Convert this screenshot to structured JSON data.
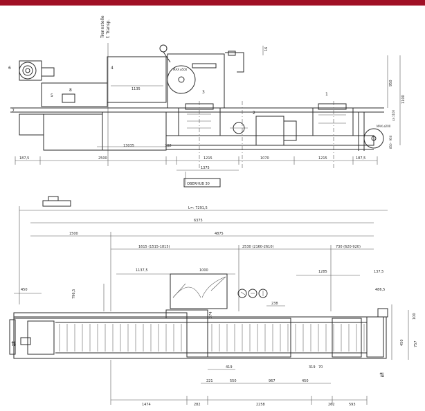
{
  "top_bar_color": "#a01025",
  "top_view": {
    "vertical_note": [
      "Trennstelle",
      "f. Transp."
    ],
    "part_numbers": [
      "6",
      "4",
      "5",
      "8",
      "7",
      "3",
      "2",
      "1"
    ],
    "width_1135": "1135",
    "motor_label": "MAX ø500",
    "reel_label": "MAX ø200",
    "fig_top_right": "16",
    "dim_950": "950",
    "dim_1100": "1100",
    "dim_ca": "ca 1100",
    "dim_850": "850 - 950",
    "bottom_dims": {
      "d1875a": "187,5",
      "d2500": "2500",
      "d13035": "13035",
      "d108": "108",
      "d1215a": "1215",
      "d1070": "1070",
      "d1215b": "1215",
      "d1875b": "187,5",
      "d1375": "1375",
      "oberhub": "OBERHUB 30"
    }
  },
  "plan_view": {
    "overall": "L=: 7291,5",
    "d6375": "6375",
    "d1500": "1500",
    "d4875": "4875",
    "d1615": "1615 (1515-1815)",
    "d2530": "2530 (2160-2610)",
    "d730": "730 (620-920)",
    "d11375": "1137,5",
    "d1000": "1000",
    "d1285": "1285",
    "d1375": "137,5",
    "d4865": "486,5",
    "d450": "450",
    "d7965": "796,5",
    "d374": "374",
    "d238": "238",
    "d100": "100",
    "d450b": "450",
    "d757": "757",
    "d419": "419",
    "d221": "221",
    "d550": "550",
    "d967": "967",
    "d450c": "450",
    "d319": "319",
    "d70": "70",
    "d1474": "1474",
    "d282a": "282",
    "d2258": "2258",
    "d262": "262",
    "d593": "593"
  }
}
